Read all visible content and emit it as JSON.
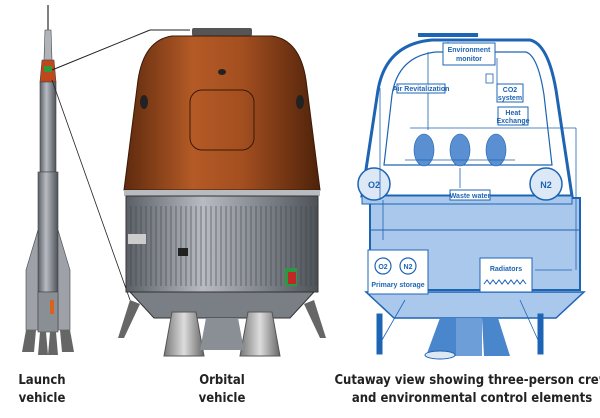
{
  "captions": {
    "launch": [
      "Launch",
      "vehicle"
    ],
    "orbital": [
      "Orbital",
      "vehicle"
    ],
    "cutaway": [
      "Cutaway view showing three-person crew",
      "and environmental control elements"
    ]
  },
  "cutaway_labels": {
    "environment_monitor": [
      "Environment",
      "monitor"
    ],
    "air_revitalization": "Air Revitalization",
    "co2_system": [
      "CO2",
      "system"
    ],
    "heat_exchange": [
      "Heat",
      "Exchange"
    ],
    "waste_water": "Waste water",
    "o2": "O2",
    "n2": "N2",
    "primary_storage": "Primary storage",
    "radiators": "Radiators"
  },
  "colors": {
    "capsule": "#9a4a1e",
    "cutaway_line": "#1e64b4",
    "cutaway_fill": "#a9c8ec",
    "service_module": "#8a8f96"
  }
}
